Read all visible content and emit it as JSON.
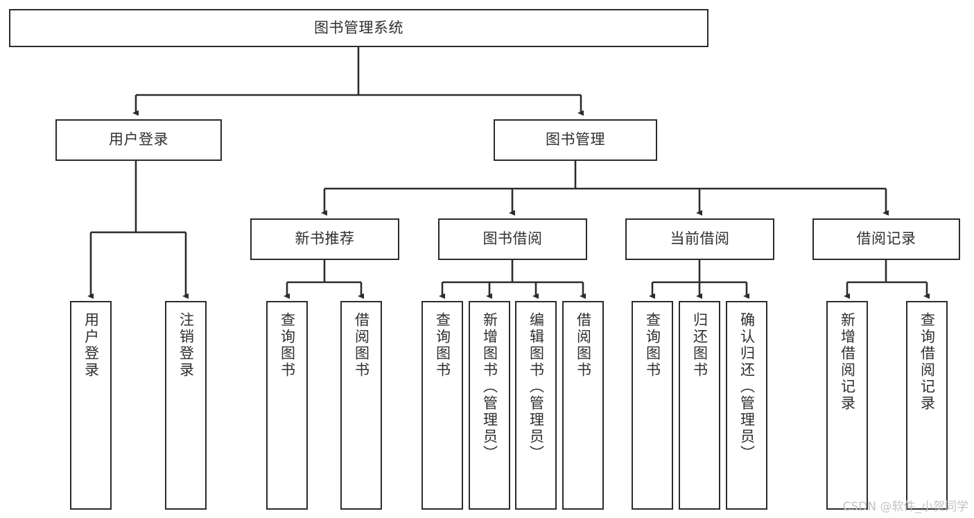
{
  "diagram": {
    "type": "tree-hierarchy-chart",
    "title": "图书管理系统",
    "colors": {
      "box_border": "#2b2b2b",
      "box_fill": "#ffffff",
      "edge": "#2b2b2b",
      "text": "#2f2f2f",
      "watermark": "#c2c2c2",
      "background": "#ffffff"
    },
    "watermark": "CSDN @软件_小贺同学",
    "nodes": {
      "root": {
        "label": "图书管理系统"
      },
      "level1": [
        {
          "id": "user-login",
          "label": "用户登录"
        },
        {
          "id": "book-manage",
          "label": "图书管理"
        }
      ],
      "level2": [
        {
          "id": "new-book-recommend",
          "label": "新书推荐"
        },
        {
          "id": "book-borrow",
          "label": "图书借阅"
        },
        {
          "id": "current-borrow",
          "label": "当前借阅"
        },
        {
          "id": "borrow-record",
          "label": "借阅记录"
        }
      ],
      "leaves": {
        "user-login": [
          {
            "id": "leaf-user-login",
            "label": "用户登录"
          },
          {
            "id": "leaf-logout-login",
            "label": "注销登录"
          }
        ],
        "new-book-recommend": [
          {
            "id": "leaf-query-book-1",
            "label": "查询图书"
          },
          {
            "id": "leaf-borrow-book-1",
            "label": "借阅图书"
          }
        ],
        "book-borrow": [
          {
            "id": "leaf-query-book-2",
            "label": "查询图书"
          },
          {
            "id": "leaf-add-book",
            "label": "新增图书（管理员）"
          },
          {
            "id": "leaf-edit-book",
            "label": "编辑图书（管理员）"
          },
          {
            "id": "leaf-borrow-book-2",
            "label": "借阅图书"
          }
        ],
        "current-borrow": [
          {
            "id": "leaf-query-book-3",
            "label": "查询图书"
          },
          {
            "id": "leaf-return-book",
            "label": "归还图书"
          },
          {
            "id": "leaf-confirm-return",
            "label": "确认归还（管理员）"
          }
        ],
        "borrow-record": [
          {
            "id": "leaf-add-record",
            "label": "新增借阅记录"
          },
          {
            "id": "leaf-query-record",
            "label": "查询借阅记录"
          }
        ]
      }
    }
  }
}
